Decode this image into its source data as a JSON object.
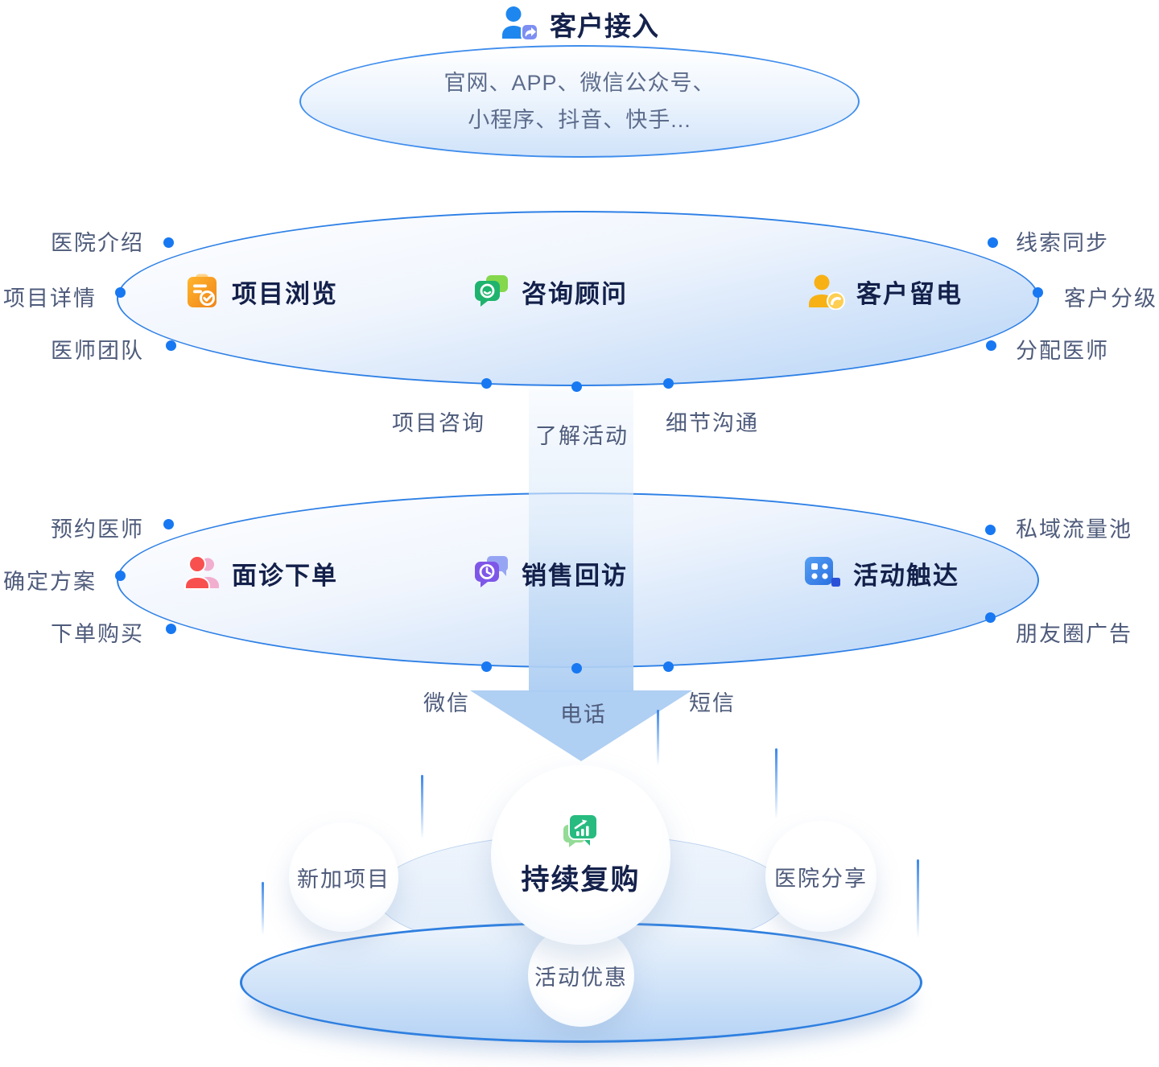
{
  "header": {
    "icon": "person-share-icon",
    "title": "客户接入",
    "subtitle_lines": [
      "官网、APP、微信公众号、",
      "小程序、抖音、快手..."
    ]
  },
  "stage2": {
    "items": [
      {
        "icon": "clipboard-check-icon",
        "label": "项目浏览"
      },
      {
        "icon": "chat-smile-icon",
        "label": "咨询顾问"
      },
      {
        "icon": "person-phone-icon",
        "label": "客户留电"
      }
    ],
    "left_labels": [
      "医院介绍",
      "项目详情",
      "医师团队"
    ],
    "right_labels": [
      "线索同步",
      "客户分级",
      "分配医师"
    ],
    "bottom_labels": [
      "项目咨询",
      "了解活动",
      "细节沟通"
    ]
  },
  "stage3": {
    "items": [
      {
        "icon": "person-duo-icon",
        "label": "面诊下单"
      },
      {
        "icon": "chat-clock-icon",
        "label": "销售回访"
      },
      {
        "icon": "app-grid-icon",
        "label": "活动触达"
      }
    ],
    "left_labels": [
      "预约医师",
      "确定方案",
      "下单购买"
    ],
    "right_labels": [
      "私域流量池",
      "朋友圈广告"
    ],
    "bottom_labels": [
      "微信",
      "电话",
      "短信"
    ]
  },
  "loyalty": {
    "icon": "chat-chart-icon",
    "center_label": "持续复购",
    "satellite_labels": [
      "新加项目",
      "医院分享",
      "活动优惠"
    ]
  },
  "colors": {
    "ellipse_border": "#2e80e6",
    "dot_blue": "#1778f2",
    "title_navy": "#15224c",
    "label_gray_blue": "#4e5b7b",
    "arrow_blue": "#aaccf2",
    "icon_orange": "#f79c1d",
    "icon_green": "#1fb36d",
    "icon_yellow": "#f7b114",
    "icon_red": "#f8504f",
    "icon_purple": "#7e57e8",
    "icon_blue": "#2f80ec"
  }
}
